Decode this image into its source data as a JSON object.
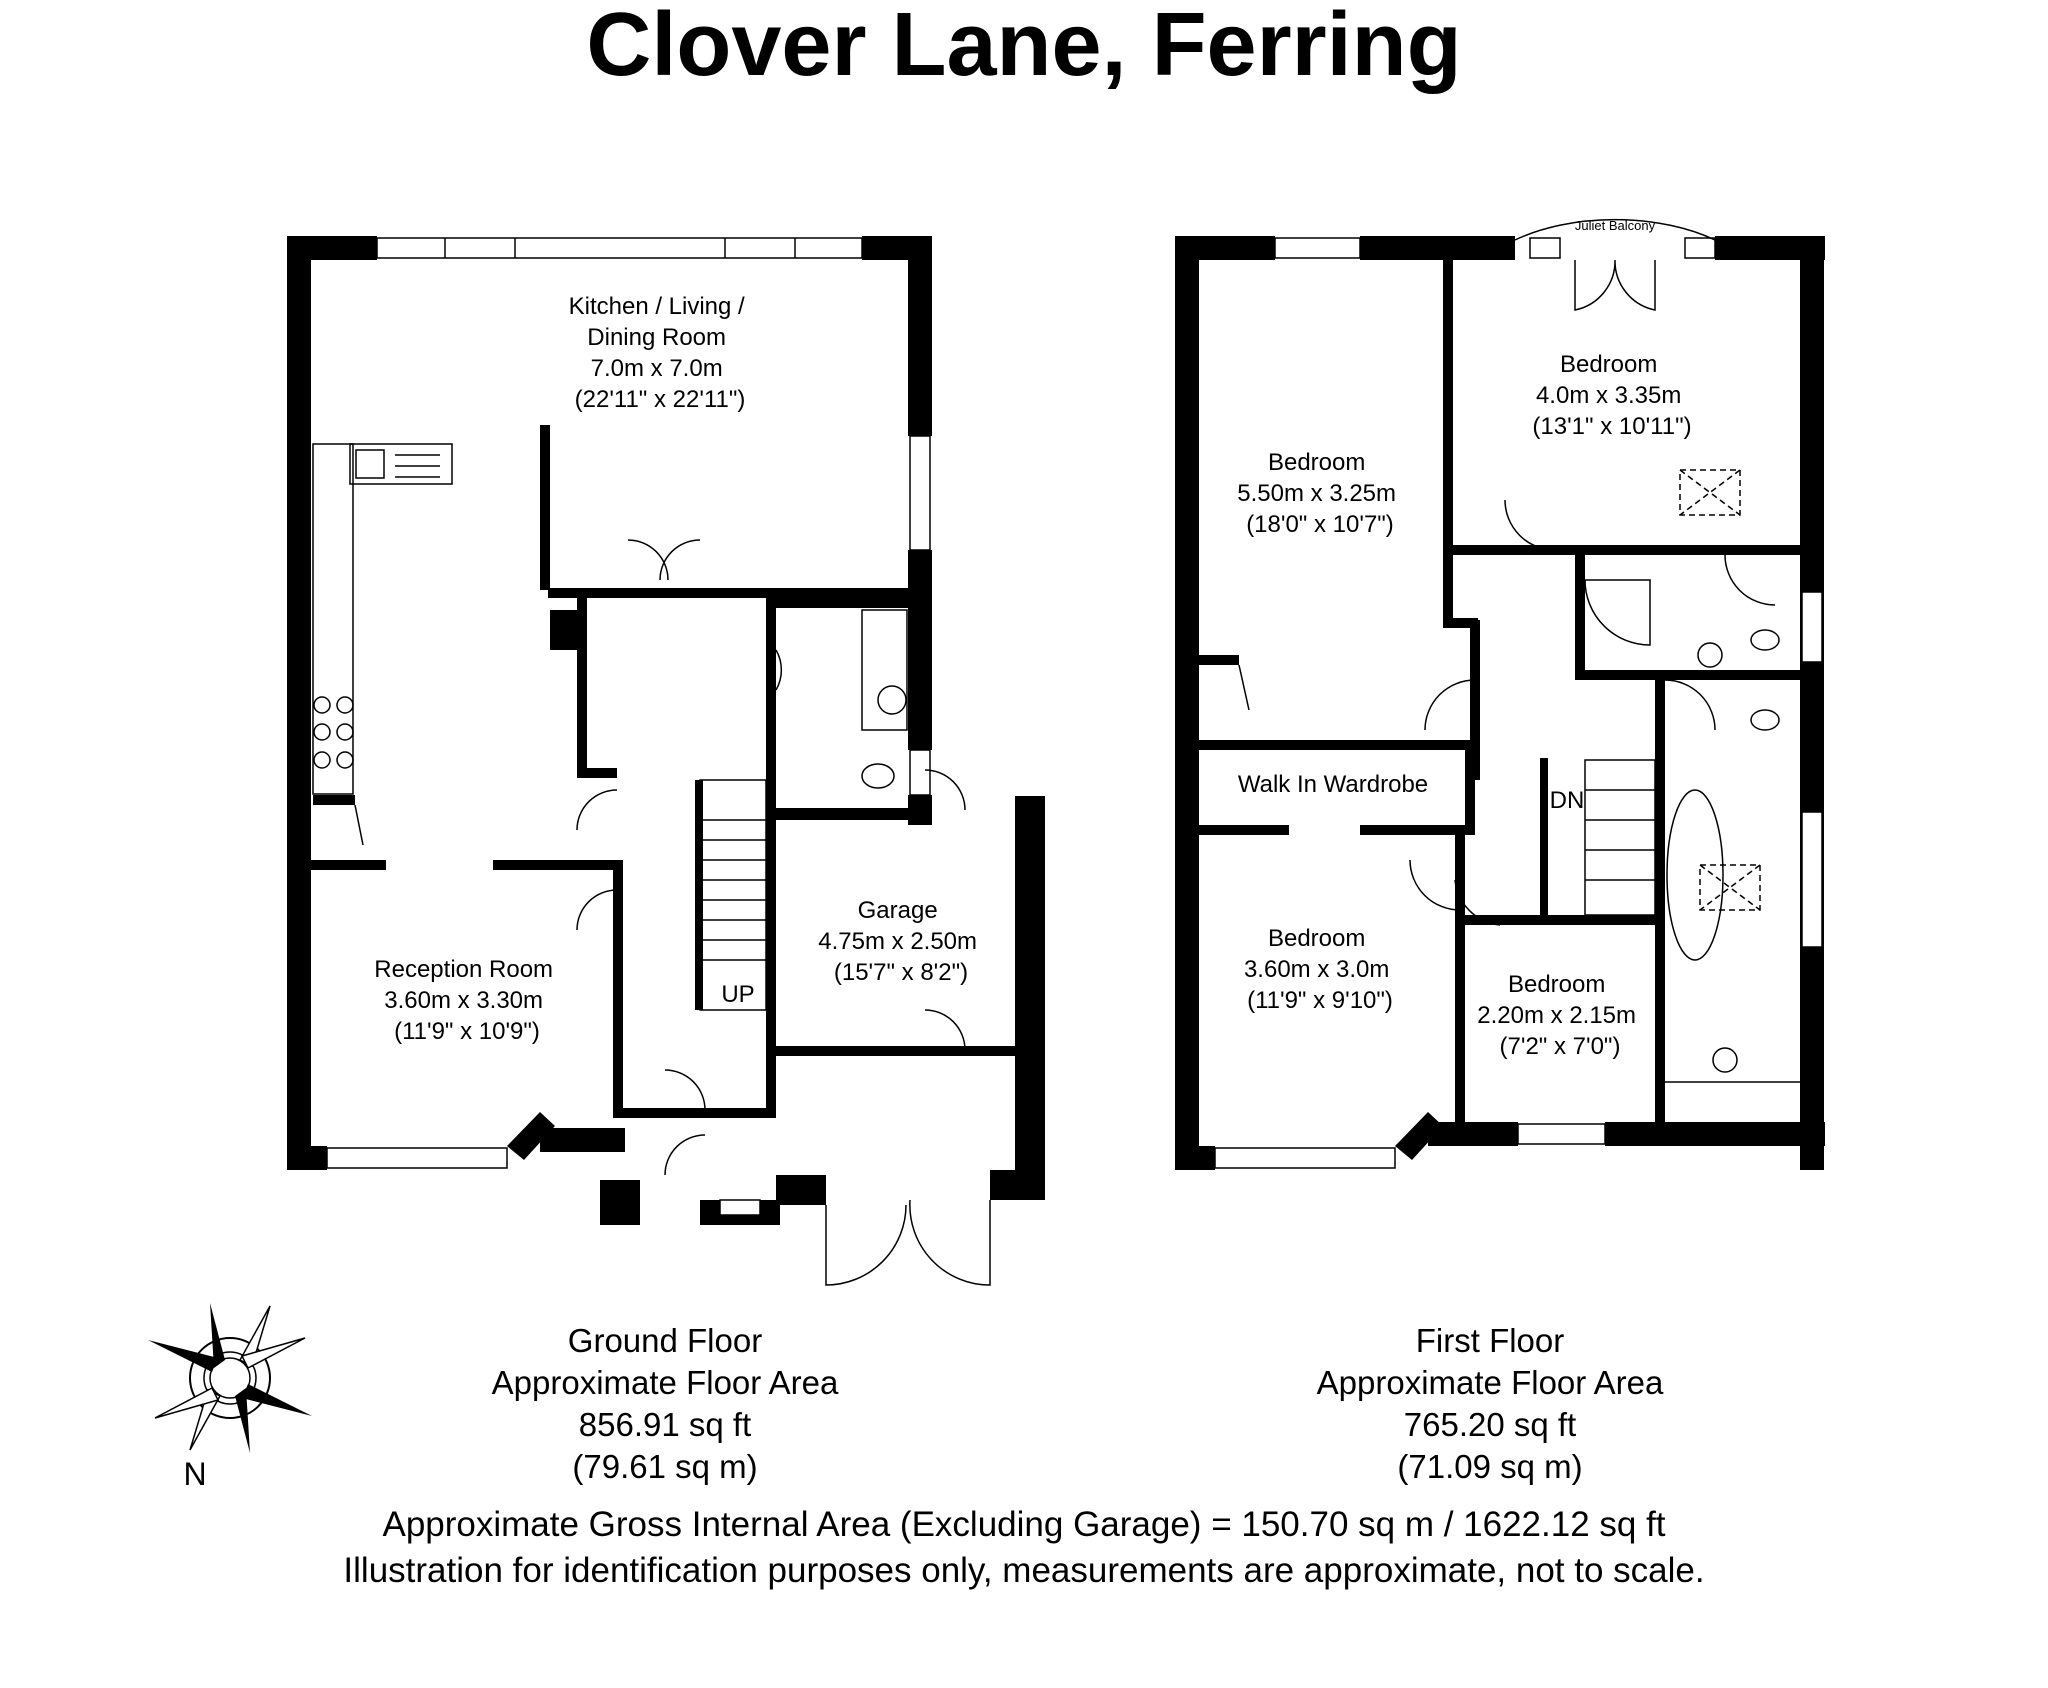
{
  "title": "Clover Lane, Ferring",
  "ground_floor": {
    "name": "Ground Floor",
    "area_label": "Approximate Floor Area",
    "area_sqft": "856.91 sq ft",
    "area_sqm": "(79.61 sq m)",
    "rooms": {
      "kitchen": [
        "Kitchen / Living /",
        "Dining Room",
        "7.0m x 7.0m",
        "(22'11\" x 22'11\")"
      ],
      "reception": [
        "Reception Room",
        "3.60m x 3.30m",
        "(11'9\" x 10'9\")"
      ],
      "garage": [
        "Garage",
        "4.75m x 2.50m",
        "(15'7\" x 8'2\")"
      ]
    },
    "stairs_label": "UP"
  },
  "first_floor": {
    "name": "First Floor",
    "area_label": "Approximate Floor Area",
    "area_sqft": "765.20 sq ft",
    "area_sqm": "(71.09 sq m)",
    "rooms": {
      "bedroom_back_right": [
        "Bedroom",
        "4.0m x 3.35m",
        "(13'1\" x 10'11\")"
      ],
      "bedroom_back_left": [
        "Bedroom",
        "5.50m x 3.25m",
        "(18'0\" x 10'7\")"
      ],
      "wardrobe": [
        "Walk In Wardrobe"
      ],
      "bedroom_front_left": [
        "Bedroom",
        "3.60m x 3.0m",
        "(11'9\" x 9'10\")"
      ],
      "bedroom_front_small": [
        "Bedroom",
        "2.20m x 2.15m",
        "(7'2\" x 7'0\")"
      ]
    },
    "stairs_label": "DN",
    "balcony_label": "Juliet Balcony"
  },
  "compass_label": "N",
  "footer": {
    "gross_area": "Approximate Gross Internal Area (Excluding Garage) = 150.70 sq m / 1622.12 sq ft",
    "disclaimer": "Illustration for identification purposes only, measurements are approximate, not to scale."
  }
}
